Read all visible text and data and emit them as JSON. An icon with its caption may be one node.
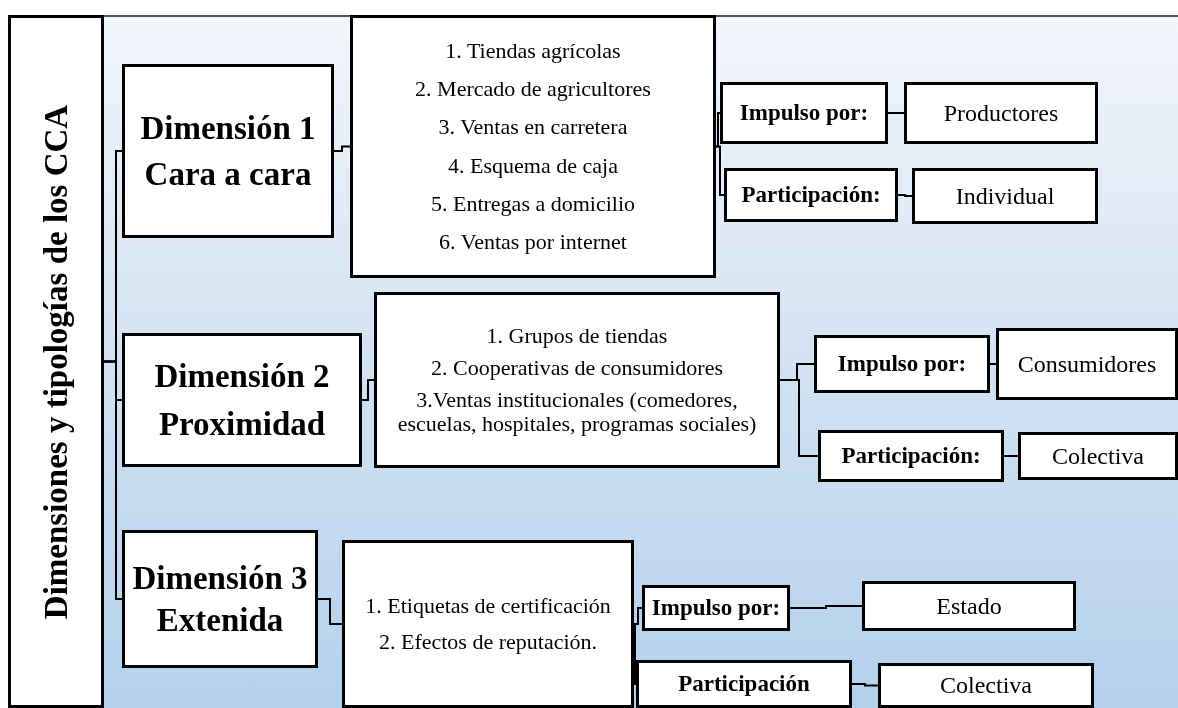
{
  "diagram": {
    "nodes": [
      {
        "text": [
          "Dimensiones y tipologías de los CCA"
        ]
      },
      {
        "text": [
          "Dimensión 1",
          "Cara a cara"
        ]
      },
      {
        "text": [
          "1. Tiendas agrícolas",
          "2. Mercado de agricultores",
          "3. Ventas en carretera",
          "4.  Esquema de caja",
          "5. Entregas a domicilio",
          "6. Ventas por internet"
        ]
      },
      {
        "text": [
          "Impulso por:"
        ]
      },
      {
        "text": [
          "Productores"
        ]
      },
      {
        "text": [
          "Participación:"
        ]
      },
      {
        "text": [
          "Individual"
        ]
      },
      {
        "text": [
          "Dimensión 2",
          "Proximidad"
        ]
      },
      {
        "text": [
          "1. Grupos de tiendas",
          "2. Cooperativas de consumidores",
          "3.Ventas institucionales (comedores, escuelas, hospitales, programas sociales)"
        ]
      },
      {
        "text": [
          "Impulso por:"
        ]
      },
      {
        "text": [
          "Consumidores"
        ]
      },
      {
        "text": [
          "Participación:"
        ]
      },
      {
        "text": [
          "Colectiva"
        ]
      },
      {
        "text": [
          "Dimensión 3",
          "Extenida"
        ]
      },
      {
        "text": [
          "1. Etiquetas de certificación",
          "2. Efectos de reputación."
        ]
      },
      {
        "text": [
          "Impulso por:"
        ]
      },
      {
        "text": [
          "Estado"
        ]
      },
      {
        "text": [
          "Participación"
        ]
      },
      {
        "text": [
          "Colectiva"
        ]
      }
    ],
    "edges": [
      {
        "from": 0,
        "to": 1,
        "arrow": "none"
      },
      {
        "from": 0,
        "to": 7,
        "arrow": "none"
      },
      {
        "from": 0,
        "to": 13,
        "arrow": "none"
      },
      {
        "from": 1,
        "to": 2,
        "arrow": "none"
      },
      {
        "from": 2,
        "to": 3,
        "arrow": "none"
      },
      {
        "from": 2,
        "to": 5,
        "arrow": "none"
      },
      {
        "from": 3,
        "to": 4,
        "arrow": "none"
      },
      {
        "from": 5,
        "to": 6,
        "arrow": "none"
      },
      {
        "from": 7,
        "to": 8,
        "arrow": "none"
      },
      {
        "from": 8,
        "to": 9,
        "arrow": "none"
      },
      {
        "from": 8,
        "to": 11,
        "arrow": "none"
      },
      {
        "from": 9,
        "to": 10,
        "arrow": "none"
      },
      {
        "from": 11,
        "to": 12,
        "arrow": "none"
      },
      {
        "from": 13,
        "to": 14,
        "arrow": "none"
      },
      {
        "from": 14,
        "to": 15,
        "arrow": "none"
      },
      {
        "from": 14,
        "to": 17,
        "arrow": "none"
      },
      {
        "from": 15,
        "to": 16,
        "arrow": "none"
      },
      {
        "from": 17,
        "to": 18,
        "arrow": "none"
      }
    ]
  }
}
